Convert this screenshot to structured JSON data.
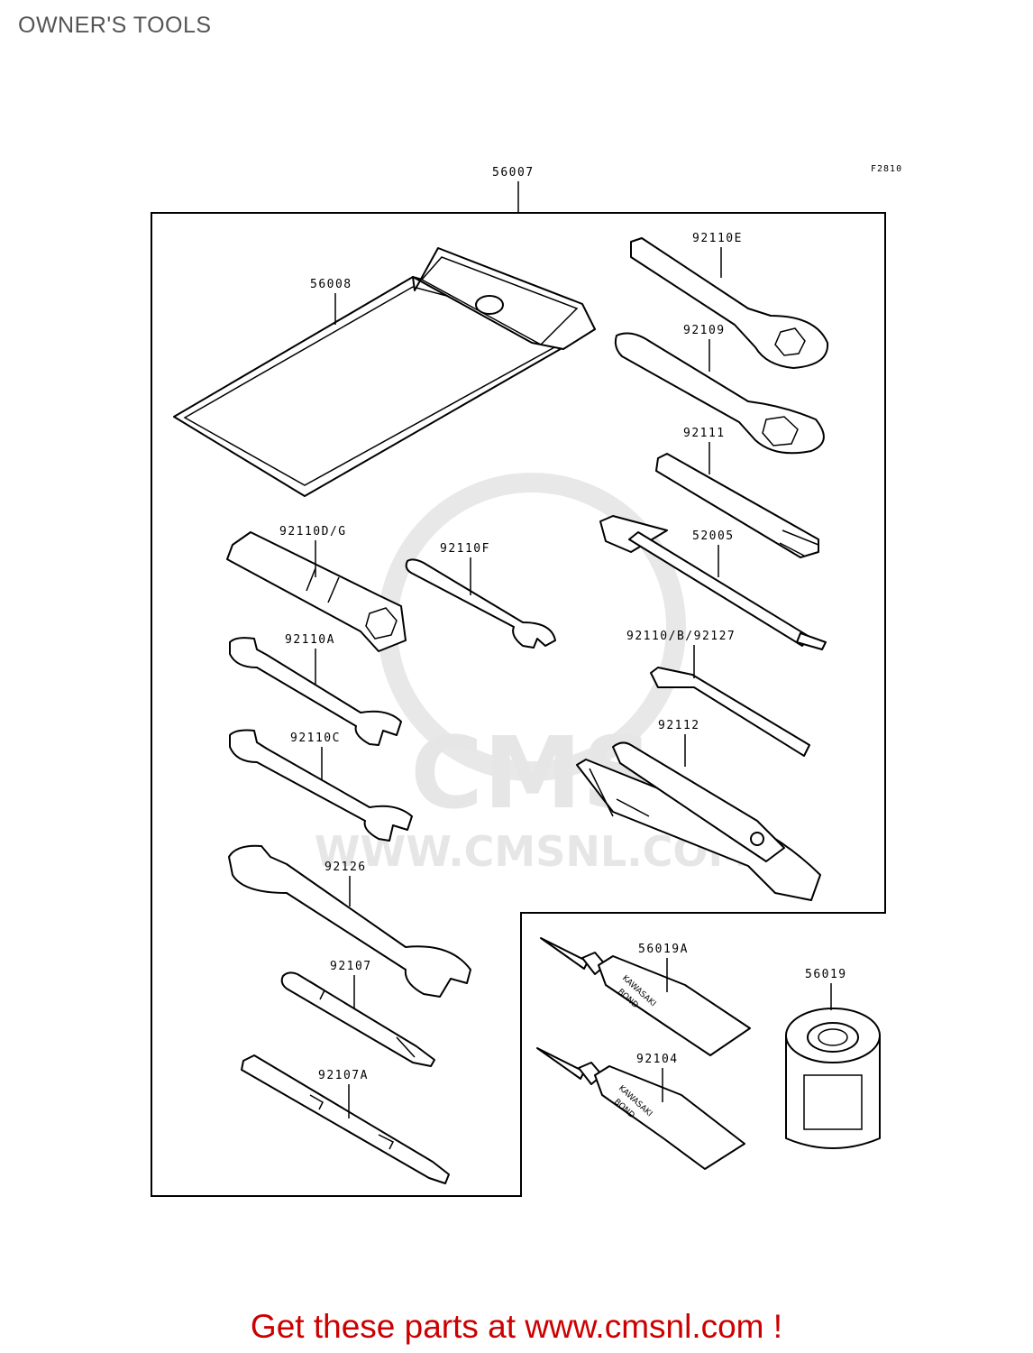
{
  "header": {
    "title": "OWNER'S TOOLS"
  },
  "figure_code": "F2810",
  "labels": {
    "kit": "56007",
    "pouch": "56008",
    "wrench_e": "92110E",
    "wrench_92109": "92109",
    "bar_92111": "92111",
    "pump_52005": "52005",
    "plug_wrench": "92110D/G",
    "wrench_f": "92110F",
    "wrench_a": "92110A",
    "hex_keys": "92110/B/92127",
    "wrench_c": "92110C",
    "pliers": "92112",
    "wrench_92126": "92126",
    "driver_92107": "92107",
    "driver_92107a": "92107A",
    "bond_a": "56019A",
    "bond_92104": "92104",
    "can_56019": "56019"
  },
  "tube_text": {
    "brand": "KAWASAKI",
    "word": "BOND"
  },
  "watermark": {
    "text": "WWW.CMSNL.COM",
    "logo": "CMS"
  },
  "footer": {
    "text": "Get these parts at www.cmsnl.com !",
    "color": "#cc0000"
  }
}
